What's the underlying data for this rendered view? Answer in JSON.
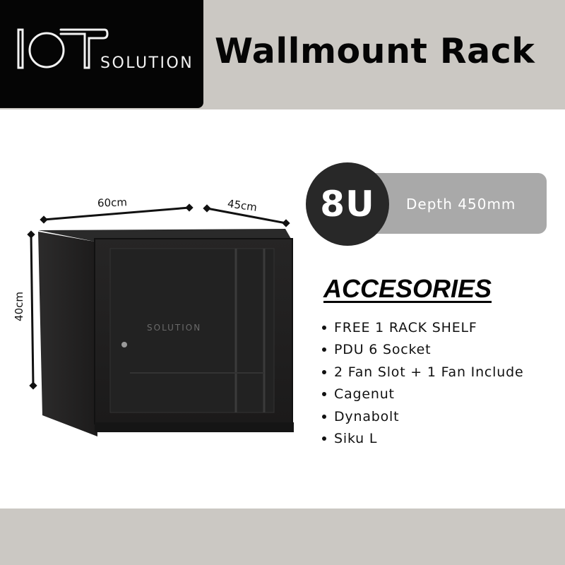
{
  "brand": {
    "logo_mark": "IOT",
    "logo_word": "SOLUTION",
    "logo_bg": "#050505"
  },
  "header": {
    "title": "Wallmount Rack",
    "band_color": "#cbc8c3"
  },
  "product": {
    "image_alt": "Black wallmount server rack cabinet with glass door",
    "dimensions": {
      "width": "60cm",
      "depth": "45cm",
      "height": "40cm"
    },
    "watermark": "SOLUTION"
  },
  "badge": {
    "size": "8U",
    "depth": "Depth 450mm",
    "circle_color": "#282828",
    "pill_color": "#a9a9a9"
  },
  "accessories": {
    "title": "ACCESORIES",
    "items": [
      "FREE 1 RACK SHELF",
      "PDU 6 Socket",
      "2 Fan Slot + 1 Fan Include",
      "Cagenut",
      "Dynabolt",
      "Siku L"
    ]
  },
  "footer": {
    "band_color": "#cbc8c3"
  }
}
